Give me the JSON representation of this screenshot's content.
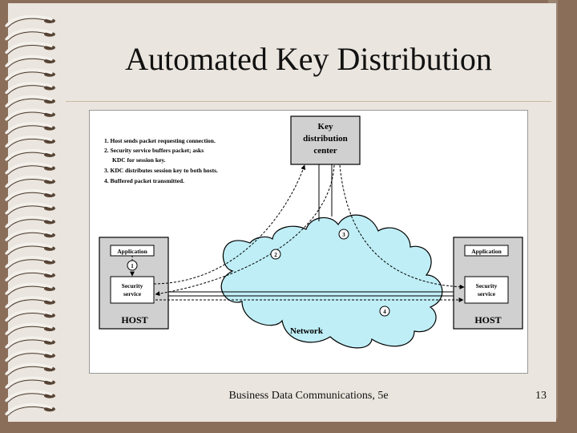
{
  "slide": {
    "title": "Automated Key Distribution",
    "footer": "Business Data Communications, 5e",
    "page_number": "13"
  },
  "diagram": {
    "kdc_line1": "Key",
    "kdc_line2": "distribution",
    "kdc_line3": "center",
    "steps": [
      "1. Host sends packet requesting connection.",
      "2. Security service buffers packet; asks",
      "KDC for session key.",
      "3. KDC distributes session key to both hosts.",
      "4. Buffered packet transmitted."
    ],
    "left_host": {
      "application": "Application",
      "security_line1": "Security",
      "security_line2": "service",
      "label": "HOST"
    },
    "right_host": {
      "application": "Application",
      "security_line1": "Security",
      "security_line2": "service",
      "label": "HOST"
    },
    "network_label": "Network",
    "markers": [
      "1",
      "2",
      "3",
      "4"
    ],
    "colors": {
      "cloud": "#bfeef6",
      "box": "#d0d0d0",
      "slide_bg": "#eae5de",
      "frame": "#8a6e5a"
    }
  }
}
